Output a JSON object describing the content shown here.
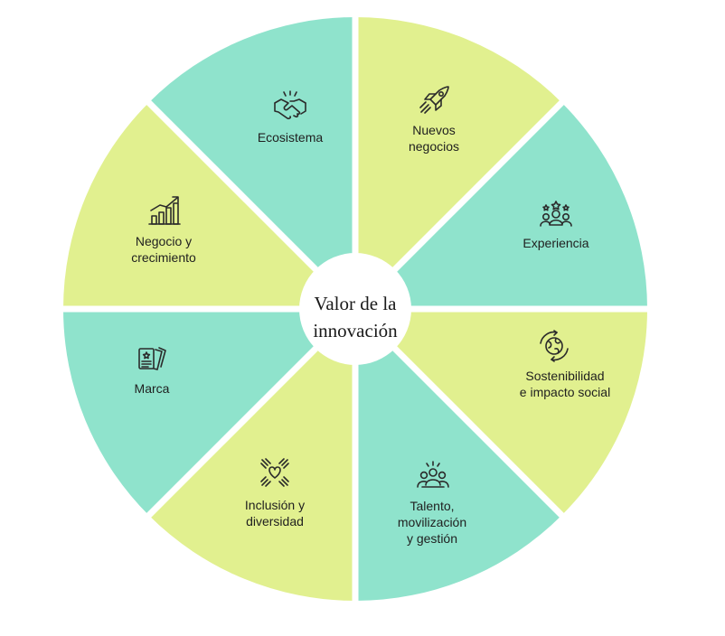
{
  "center": {
    "line1": "Valor de la",
    "line2": "innovación"
  },
  "colors": {
    "mint": "#8fe3cc",
    "lime": "#e1f08f",
    "separator": "#ffffff",
    "center": "#ffffff"
  },
  "segments": [
    {
      "lines": [
        "Nuevos",
        "negocios"
      ],
      "color": "lime",
      "icon": "rocket-icon"
    },
    {
      "lines": [
        "Experiencia"
      ],
      "color": "mint",
      "icon": "people-stars-icon"
    },
    {
      "lines": [
        "Sostenibilidad",
        "e impacto social"
      ],
      "color": "lime",
      "icon": "globe-recycle-icon"
    },
    {
      "lines": [
        "Talento,",
        "movilización",
        "y gestión"
      ],
      "color": "mint",
      "icon": "team-icon"
    },
    {
      "lines": [
        "Inclusión y",
        "diversidad"
      ],
      "color": "lime",
      "icon": "hands-heart-icon"
    },
    {
      "lines": [
        "Marca"
      ],
      "color": "mint",
      "icon": "brand-cards-icon"
    },
    {
      "lines": [
        "Negocio y",
        "crecimiento"
      ],
      "color": "lime",
      "icon": "growth-chart-icon"
    },
    {
      "lines": [
        "Ecosistema"
      ],
      "color": "mint",
      "icon": "handshake-icon"
    }
  ]
}
